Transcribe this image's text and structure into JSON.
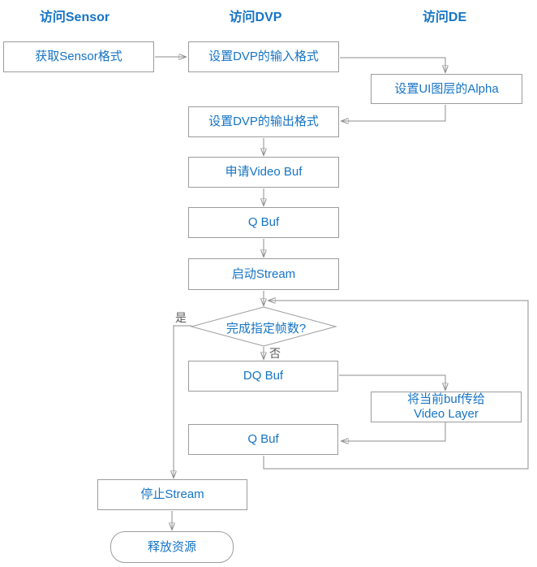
{
  "headers": {
    "sensor": "访问Sensor",
    "dvp": "访问DVP",
    "de": "访问DE"
  },
  "nodes": {
    "get_sensor_format": "获取Sensor格式",
    "set_dvp_input": "设置DVP的输入格式",
    "set_ui_alpha": "设置UI图层的Alpha",
    "set_dvp_output": "设置DVP的输出格式",
    "request_video_buf": "申请Video Buf",
    "q_buf_1": "Q Buf",
    "start_stream": "启动Stream",
    "decision": "完成指定帧数?",
    "dq_buf": "DQ Buf",
    "pass_buf_line1": "将当前buf传给",
    "pass_buf_line2": "Video Layer",
    "q_buf_2": "Q Buf",
    "stop_stream": "停止Stream",
    "release_resources": "释放资源"
  },
  "edge_labels": {
    "yes": "是",
    "no": "否"
  },
  "colors": {
    "node_text": "#1674c5",
    "node_border": "#9c9c9c",
    "connector": "#8c8c8c",
    "edge_label_text": "#595959",
    "background": "#ffffff"
  }
}
